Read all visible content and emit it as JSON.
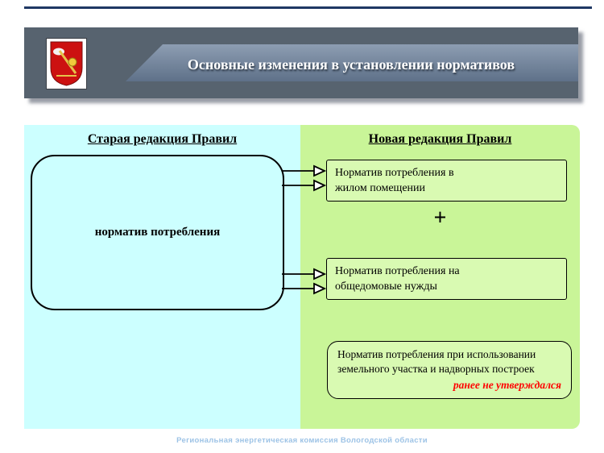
{
  "header": {
    "title": "Основные изменения в установлении нормативов"
  },
  "left_panel": {
    "title": "Старая редакция Правил",
    "box": "норматив потребления"
  },
  "right_panel": {
    "title": "Новая редакция Правил",
    "box1": "Норматив потребления в\nжилом помещении",
    "plus": "+",
    "box2": "Норматив потребления на\nобщедомовые нужды",
    "box3": "Норматив потребления при использовании\nземельного участка и надворных построек",
    "box3_note": "ранее не утверждался"
  },
  "footer": {
    "text": "Региональная энергетическая комиссия Вологодской области"
  },
  "colors": {
    "topline_navy": "#1f3864",
    "header_dark": "#57636f",
    "band_top": "#8d9db2",
    "band_bottom": "#5f7189",
    "left_bg": "#ccffff",
    "right_bg": "#c9f598",
    "box_bg": "#d9fab2",
    "red_note": "#ff0000",
    "footer_blue": "#9dc3e6"
  }
}
